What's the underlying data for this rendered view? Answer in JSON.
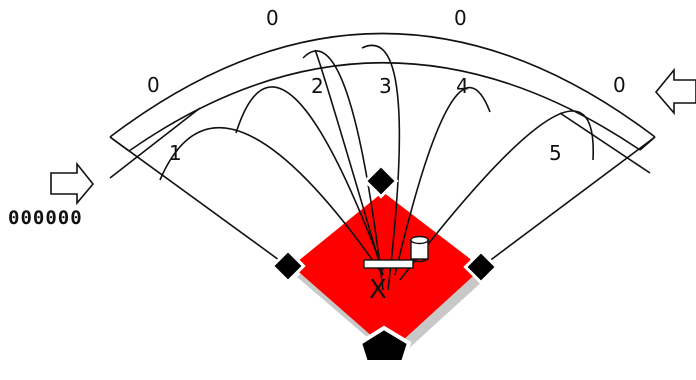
{
  "colors": {
    "infield": "#ff0000",
    "base": "#000000",
    "line": "#111111",
    "arrow_fill": "#ffffff",
    "page": "#ffffff"
  },
  "wall_labels": [
    "0",
    "0",
    "0",
    "0"
  ],
  "hit_labels": [
    "1",
    "2",
    "3",
    "4",
    "5"
  ],
  "left_code": "000000",
  "batter_mark": "X",
  "icons": {
    "left_arrow": "right-arrow-icon",
    "right_arrow": "left-arrow-icon",
    "canister": "canister-icon",
    "bat": "bat-icon"
  }
}
